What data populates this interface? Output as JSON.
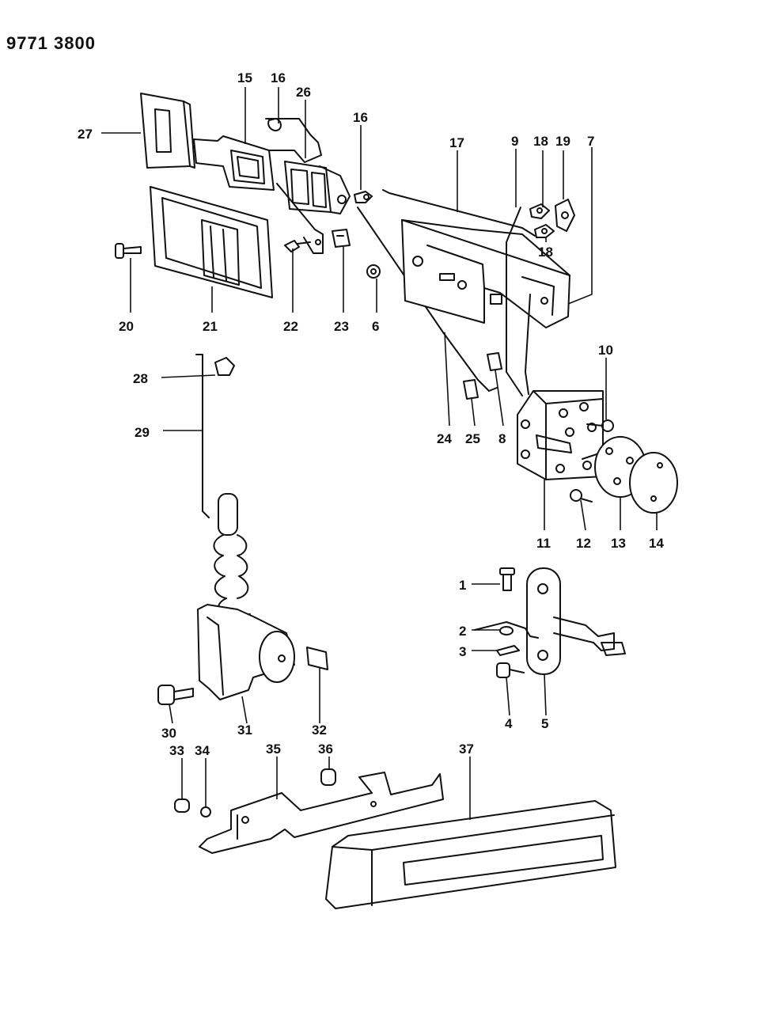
{
  "header": {
    "drawing_number": "9771 3800"
  },
  "callouts": {
    "c1": "1",
    "c2": "2",
    "c3": "3",
    "c4": "4",
    "c5": "5",
    "c6": "6",
    "c7": "7",
    "c8": "8",
    "c9": "9",
    "c10": "10",
    "c11": "11",
    "c12": "12",
    "c13": "13",
    "c14": "14",
    "c15": "15",
    "c16a": "16",
    "c16b": "16",
    "c17": "17",
    "c18a": "18",
    "c18b": "18",
    "c19": "19",
    "c20": "20",
    "c21": "21",
    "c22": "22",
    "c23": "23",
    "c24": "24",
    "c25": "25",
    "c26": "26",
    "c27": "27",
    "c28": "28",
    "c29": "29",
    "c30": "30",
    "c31": "31",
    "c32": "32",
    "c33": "33",
    "c34": "34",
    "c35": "35",
    "c36": "36",
    "c37": "37"
  },
  "colors": {
    "ink": "#111111",
    "paper": "#ffffff"
  }
}
